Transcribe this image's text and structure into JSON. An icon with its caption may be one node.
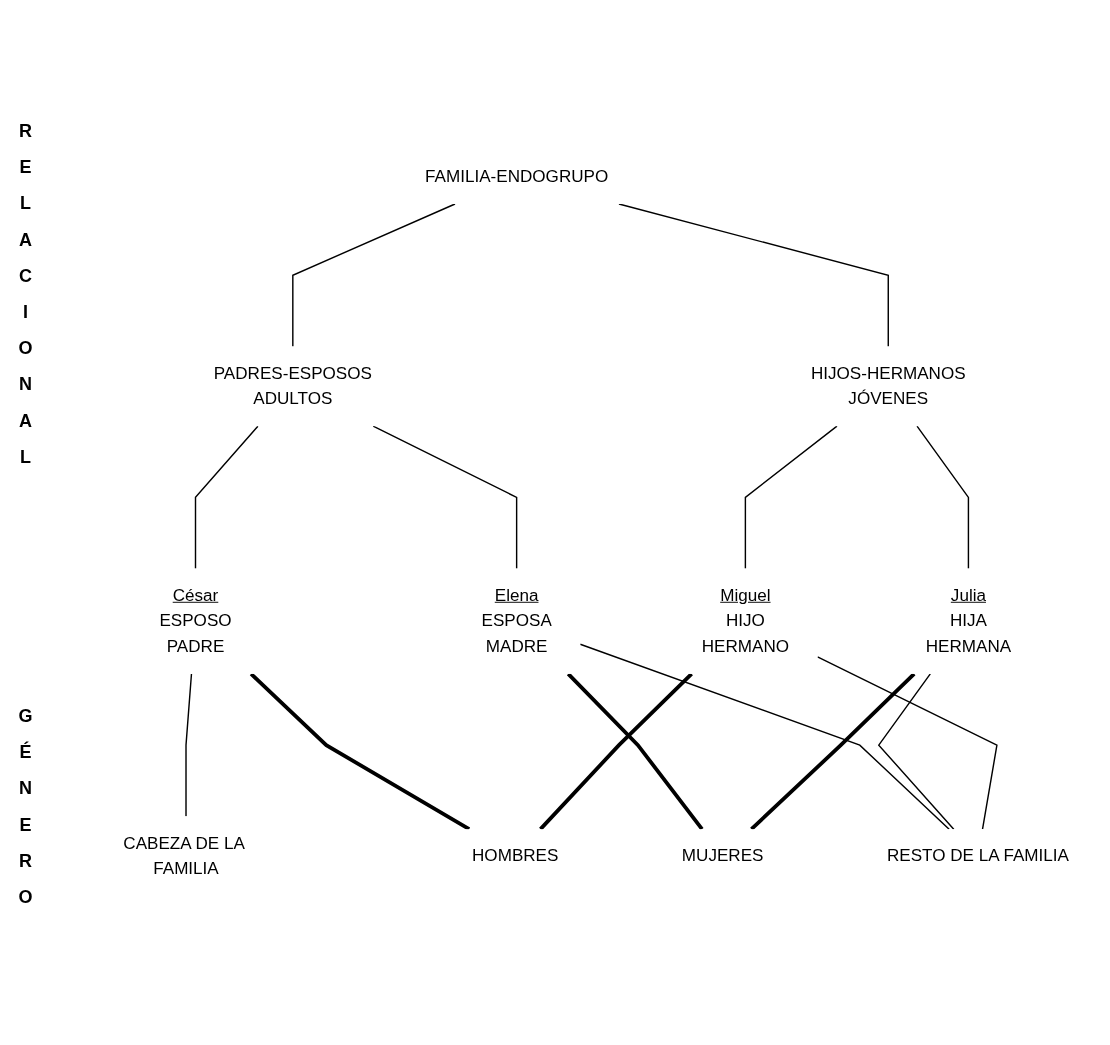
{
  "diagram": {
    "nodes": [
      {
        "text": [
          "FAMILIA-ENDOGRUPO"
        ]
      },
      {
        "text": [
          "PADRES-ESPOSOS",
          "ADULTOS"
        ]
      },
      {
        "text": [
          "HIJOS-HERMANOS",
          "JÓVENES"
        ]
      },
      {
        "text": [
          "César",
          "ESPOSO",
          "PADRE"
        ]
      },
      {
        "text": [
          "Elena",
          "ESPOSA",
          "MADRE"
        ]
      },
      {
        "text": [
          "Julia",
          "HIJA",
          "HERMANA"
        ]
      },
      {
        "text": [
          "Miguel",
          "HIJO",
          "HERMANO"
        ]
      },
      {
        "text": [
          "CABEZA DE LA FAMILIA"
        ]
      },
      {
        "text": [
          "RESTO DE LA FAMILIA"
        ]
      },
      {
        "text": [
          "MUJERES"
        ]
      },
      {
        "text": [
          "HOMBRES"
        ]
      }
    ],
    "edges": [
      {
        "from": 0,
        "to": 1,
        "arrow": "none"
      },
      {
        "from": 0,
        "to": 2,
        "arrow": "none"
      },
      {
        "from": 1,
        "to": 3,
        "arrow": "none"
      },
      {
        "from": 1,
        "to": 4,
        "arrow": "none"
      },
      {
        "from": 2,
        "to": 5,
        "arrow": "none"
      },
      {
        "from": 2,
        "to": 6,
        "arrow": "none"
      },
      {
        "from": 3,
        "to": 7,
        "arrow": "none"
      },
      {
        "from": 3,
        "to": 10,
        "arrow": "none",
        "style": "thick"
      },
      {
        "from": 4,
        "to": 9,
        "arrow": "none",
        "style": "thick"
      },
      {
        "from": 4,
        "to": 8,
        "arrow": "none"
      },
      {
        "from": 5,
        "to": 9,
        "arrow": "none",
        "style": "thick"
      },
      {
        "from": 5,
        "to": 8,
        "arrow": "none"
      },
      {
        "from": 6,
        "to": 10,
        "arrow": "none",
        "style": "thick"
      },
      {
        "from": 6,
        "to": 8,
        "arrow": "none"
      }
    ],
    "labels": [
      "RELACIONAL",
      "GÉNERO"
    ]
  }
}
